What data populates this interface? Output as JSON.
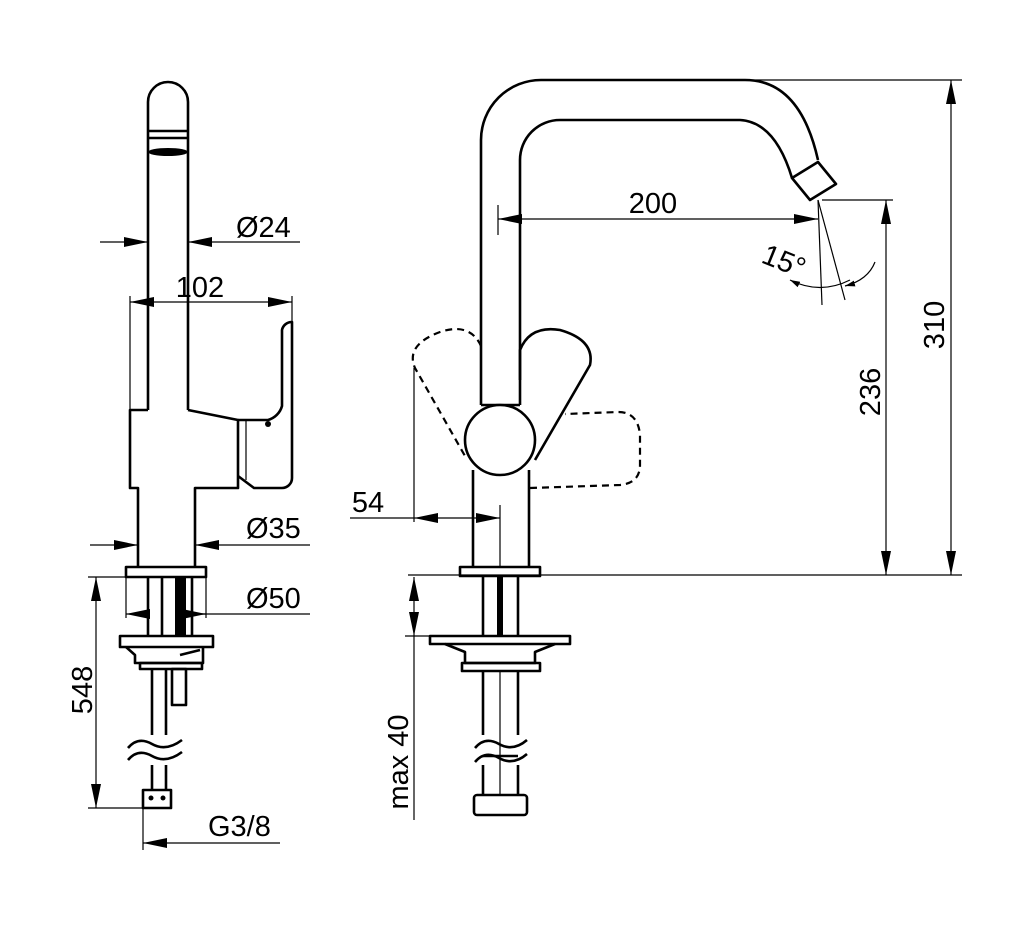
{
  "title": "Faucet technical dimension drawing",
  "side_view": {
    "spout_diameter": "Ø24",
    "reach_depth": "102",
    "base_diameter": "Ø35",
    "rosette_diameter": "Ø50",
    "hose_length": "548",
    "connection_thread": "G3/8"
  },
  "front_view": {
    "spout_reach": "200",
    "outlet_angle": "15°",
    "outlet_height": "236",
    "total_height": "310",
    "lever_offset": "54",
    "max_deck_thickness": "max 40"
  }
}
